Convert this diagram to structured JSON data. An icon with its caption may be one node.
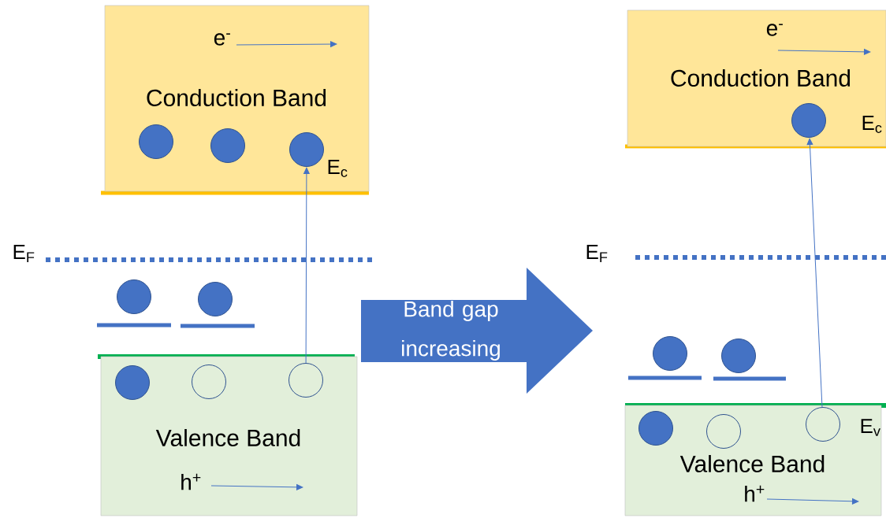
{
  "diagram": {
    "nodes": [
      {
        "text": [
          "e$^{-}$",
          "Conduction Band",
          "E$_{c}$"
        ]
      },
      {
        "text": [],
        "shape": "circle",
        "in": 0
      },
      {
        "text": [],
        "shape": "circle",
        "in": 0
      },
      {
        "text": [],
        "shape": "circle",
        "in": 0
      },
      {
        "text": [
          "Valence Band",
          "h$^{+}$"
        ]
      },
      {
        "text": [],
        "shape": "circle",
        "in": 4
      },
      {
        "text": [],
        "shape": "circle",
        "in": 4
      },
      {
        "text": [],
        "shape": "circle",
        "in": 4
      },
      {
        "text": [],
        "shape": "circle"
      },
      {
        "text": [],
        "shape": "circle"
      },
      {
        "text": [
          "Band gap increasing"
        ]
      },
      {
        "text": [
          "e$^{-}$",
          "Conduction Band",
          "E$_{c}$"
        ]
      },
      {
        "text": [],
        "shape": "circle",
        "in": 11
      },
      {
        "text": [
          "E$_{v}$",
          "Valence Band",
          "h$^{+}$"
        ]
      },
      {
        "text": [],
        "shape": "circle",
        "in": 13
      },
      {
        "text": [],
        "shape": "circle",
        "in": 13
      },
      {
        "text": [],
        "shape": "circle",
        "in": 13
      },
      {
        "text": [],
        "shape": "circle"
      },
      {
        "text": [],
        "shape": "circle"
      }
    ],
    "edges": [
      {
        "from": 7,
        "to": 3,
        "arrow": "to"
      },
      {
        "from": 16,
        "to": 12,
        "arrow": "to"
      }
    ],
    "labels": [
      "E$_{F}$",
      "E$_{F}$"
    ]
  }
}
